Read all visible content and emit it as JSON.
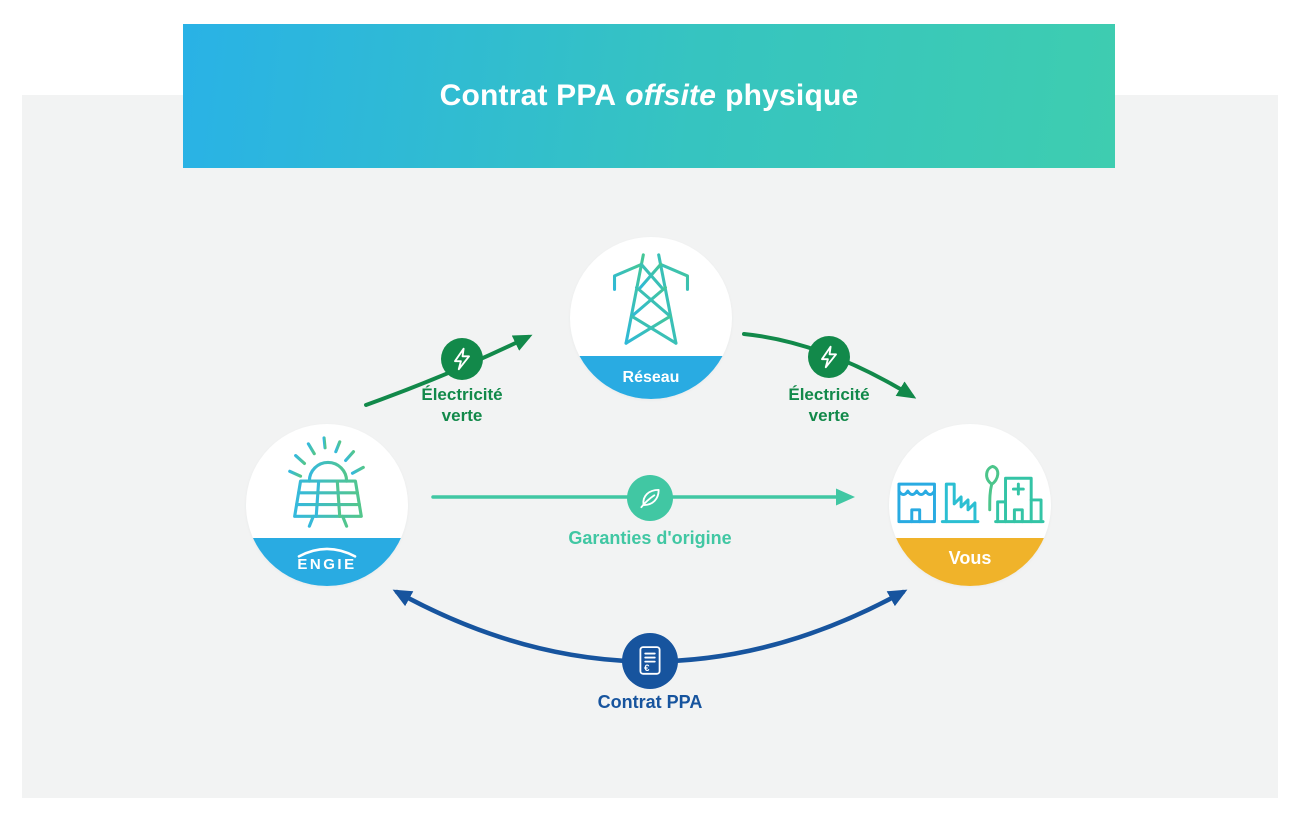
{
  "banner": {
    "title_prefix": "Contrat PPA",
    "title_italic": "offsite",
    "title_suffix": "physique",
    "gradient_from": "#29b2e6",
    "gradient_to": "#3ecdb0"
  },
  "nodes": {
    "reseau": {
      "label": "Réseau",
      "band_color": "#29abe2",
      "icon": "electricity-pylon-icon"
    },
    "engie": {
      "label": "ENGIE",
      "band_color": "#29abe2",
      "icon": "solar-panel-sun-icon"
    },
    "vous": {
      "label": "Vous",
      "band_color": "#f0b32a",
      "icon": "buildings-icon"
    }
  },
  "flows": {
    "green_left": {
      "label": "Électricité verte",
      "color": "#12894a",
      "icon": "lightning-icon",
      "from": "ENGIE",
      "to": "Réseau"
    },
    "green_right": {
      "label": "Électricité verte",
      "color": "#12894a",
      "icon": "lightning-icon",
      "from": "Réseau",
      "to": "Vous"
    },
    "guarantees": {
      "label": "Garanties d'origine",
      "color": "#41c7a3",
      "icon": "leaf-icon",
      "from": "ENGIE",
      "to": "Vous"
    },
    "contract": {
      "label": "Contrat PPA",
      "color": "#17549e",
      "icon": "contract-document-icon",
      "between": [
        "ENGIE",
        "Vous"
      ]
    }
  }
}
